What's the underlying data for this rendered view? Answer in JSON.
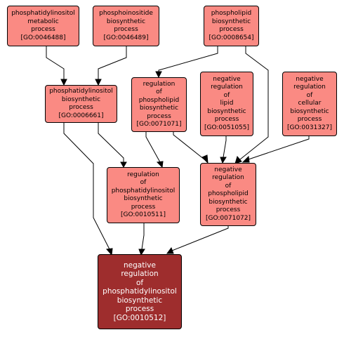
{
  "nodes": {
    "n1": {
      "lines": [
        "phosphatidylinositol",
        "metabolic",
        "process",
        "[GO:0046488]"
      ],
      "color": "#fa8a83"
    },
    "n2": {
      "lines": [
        "phosphoinositide",
        "biosynthetic",
        "process",
        "[GO:0046489]"
      ],
      "color": "#fa8a83"
    },
    "n3": {
      "lines": [
        "phospholipid",
        "biosynthetic",
        "process",
        "[GO:0008654]"
      ],
      "color": "#fa8a83"
    },
    "n4": {
      "lines": [
        "phosphatidylinositol",
        "biosynthetic",
        "process",
        "[GO:0006661]"
      ],
      "color": "#fa8a83"
    },
    "n5": {
      "lines": [
        "regulation",
        "of",
        "phospholipid",
        "biosynthetic",
        "process",
        "[GO:0071071]"
      ],
      "color": "#fa8a83"
    },
    "n6": {
      "lines": [
        "negative",
        "regulation",
        "of",
        "lipid",
        "biosynthetic",
        "process",
        "[GO:0051055]"
      ],
      "color": "#fa8a83"
    },
    "n7": {
      "lines": [
        "negative",
        "regulation",
        "of",
        "cellular",
        "biosynthetic",
        "process",
        "[GO:0031327]"
      ],
      "color": "#fa8a83"
    },
    "n8": {
      "lines": [
        "regulation",
        "of",
        "phosphatidylinositol",
        "biosynthetic",
        "process",
        "[GO:0010511]"
      ],
      "color": "#fa8a83"
    },
    "n9": {
      "lines": [
        "negative",
        "regulation",
        "of",
        "phospholipid",
        "biosynthetic",
        "process",
        "[GO:0071072]"
      ],
      "color": "#fa8a83"
    },
    "n10": {
      "lines": [
        "negative",
        "regulation",
        "of",
        "phosphatidylinositol",
        "biosynthetic",
        "process",
        "[GO:0010512]"
      ],
      "color": "#9e2d2d"
    }
  },
  "edges": [
    {
      "from": "n1",
      "to": "n4"
    },
    {
      "from": "n2",
      "to": "n4"
    },
    {
      "from": "n3",
      "to": "n5"
    },
    {
      "from": "n3",
      "to": "n9"
    },
    {
      "from": "n4",
      "to": "n8"
    },
    {
      "from": "n4",
      "to": "n10"
    },
    {
      "from": "n5",
      "to": "n8"
    },
    {
      "from": "n5",
      "to": "n9"
    },
    {
      "from": "n6",
      "to": "n9"
    },
    {
      "from": "n7",
      "to": "n9"
    },
    {
      "from": "n8",
      "to": "n10"
    },
    {
      "from": "n9",
      "to": "n10"
    }
  ]
}
